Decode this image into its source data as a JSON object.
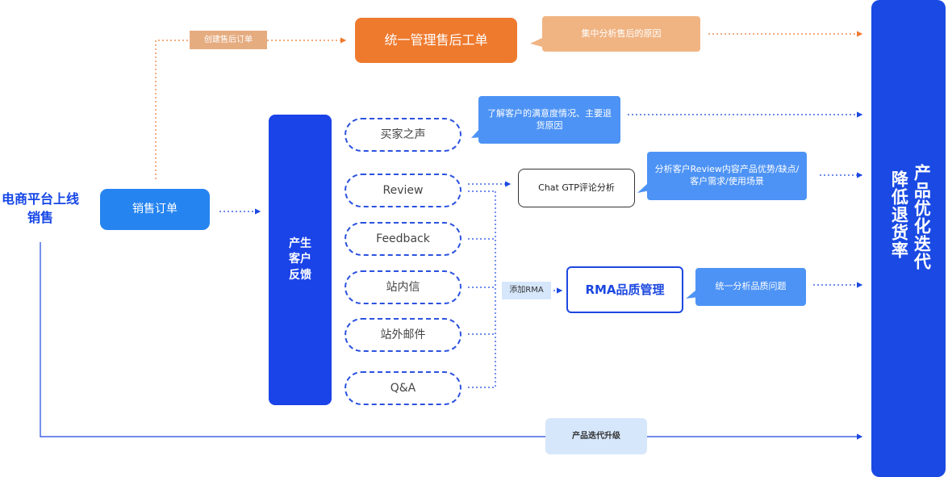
{
  "left_title": {
    "line1": "电商平台上线",
    "line2": "销售"
  },
  "sales_order": "销售订单",
  "feedback_center": {
    "line1": "产生",
    "line2": "客户",
    "line3": "反馈"
  },
  "channels": [
    "买家之声",
    "Review",
    "Feedback",
    "站内信",
    "站外邮件",
    "Q&A"
  ],
  "workorder": "统一管理售后工单",
  "create_tag": "创建售后订单",
  "callouts": {
    "aftersale_reason": "集中分析售后的原因",
    "voice": {
      "line1": "了解客户的满意度情况、主要退",
      "line2": "货原因"
    },
    "review": {
      "line1": "分析客户Review内容产品优势/缺点/",
      "line2": "客户需求/使用场景"
    },
    "quality": "统一分析品质问题"
  },
  "chatgtp": "Chat GTP评论分析",
  "rma": "RMA品质管理",
  "add_rma_tag": "添加RMA",
  "upgrade": "产品迭代升级",
  "right_panel": {
    "col1": "产品优化迭代",
    "col2": "降低退货率"
  },
  "colors": {
    "brand_blue": "#1a4ae3",
    "orange": "#ee7a2e",
    "light_blue_callout": "#4d93f5",
    "pale_blue": "#d6e7fb"
  }
}
